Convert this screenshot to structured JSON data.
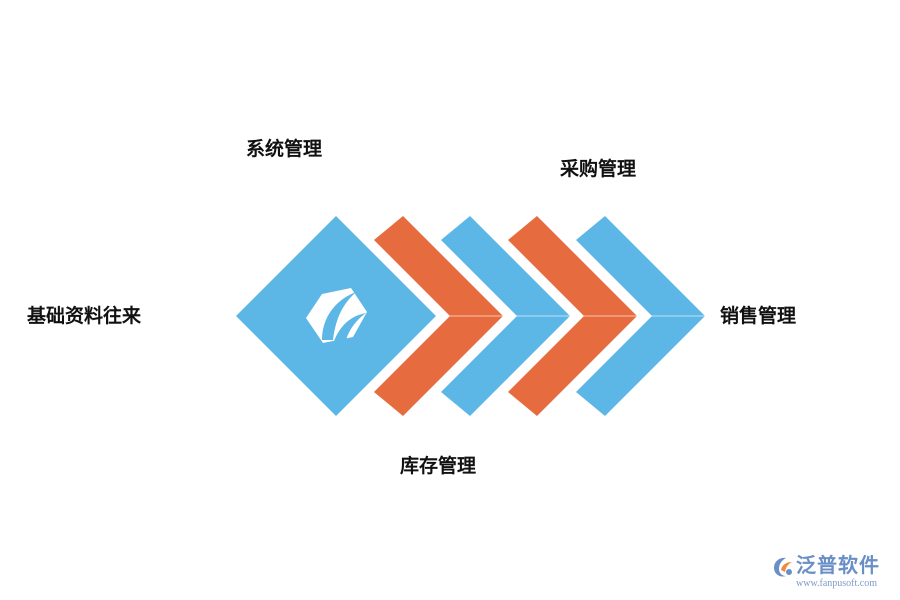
{
  "labels": {
    "system": "系统管理",
    "purchase": "采购管理",
    "basic": "基础资料往来",
    "sales": "销售管理",
    "stock": "库存管理"
  },
  "colors": {
    "blue": "#5db7e6",
    "orange": "#e66b3e",
    "logo_brand": "#6a8fc6",
    "logo_accent": "#f08a3c"
  },
  "icons": {
    "center": "hexagon-leaf-logo-icon",
    "watermark": "fanpu-logo-icon"
  },
  "watermark": {
    "brand": "泛普软件",
    "url": "www.fanpusoft.com"
  }
}
